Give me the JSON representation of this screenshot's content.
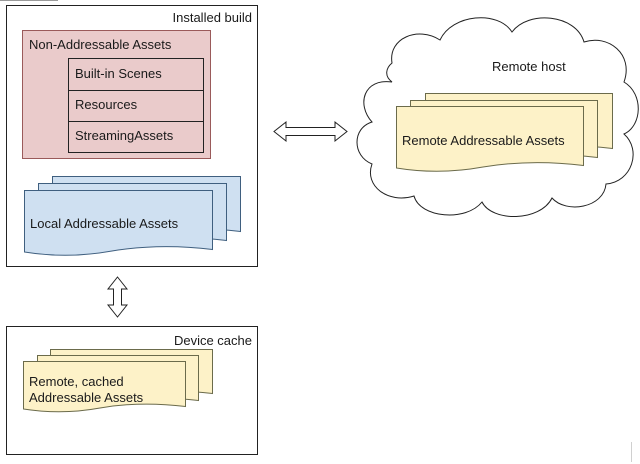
{
  "installed_build": {
    "label": "Installed build",
    "non_addressable": {
      "title": "Non-Addressable Assets",
      "items": [
        "Built-in Scenes",
        "Resources",
        "StreamingAssets"
      ],
      "fill": "#eacbcb",
      "stroke": "#9a5a5a"
    },
    "local_addressable": {
      "label": "Local Addressable Assets",
      "fill": "#cfe0f1",
      "stroke": "#3f5f7f"
    }
  },
  "remote_host": {
    "label": "Remote host",
    "remote_addressable": {
      "label": "Remote Addressable Assets",
      "fill": "#fdf2c8",
      "stroke": "#6b6b4b"
    }
  },
  "device_cache": {
    "label": "Device cache",
    "cached_assets": {
      "label_line1": "Remote, cached",
      "label_line2": "Addressable Assets",
      "fill": "#fdf2c8",
      "stroke": "#6b6b4b"
    }
  },
  "connectors": {
    "build_remote": "horizontal-double-arrow",
    "build_cache": "vertical-double-arrow"
  }
}
